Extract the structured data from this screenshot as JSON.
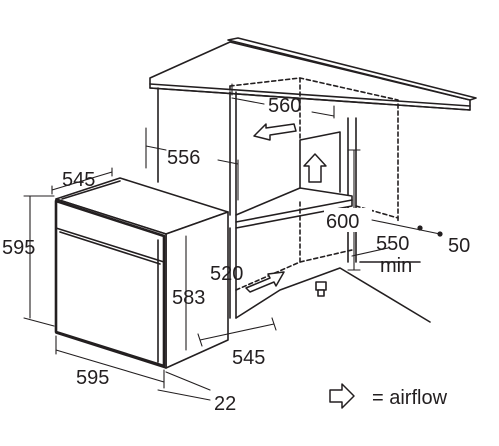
{
  "dimensions": {
    "cabinet_inner_width": "560",
    "niche_width": "556",
    "oven_depth_top": "545",
    "oven_height": "595",
    "niche_height": "600",
    "cabinet_depth": "550",
    "offset_top": "50",
    "min_label": "min",
    "oven_depth_side": "520",
    "oven_body_height": "583",
    "oven_depth_bottom": "545",
    "oven_width": "595",
    "front_offset": "22"
  },
  "legend": {
    "label": "= airflow",
    "icon": "outline-right-arrow"
  },
  "colors": {
    "line": "#231f20",
    "background": "#ffffff"
  }
}
